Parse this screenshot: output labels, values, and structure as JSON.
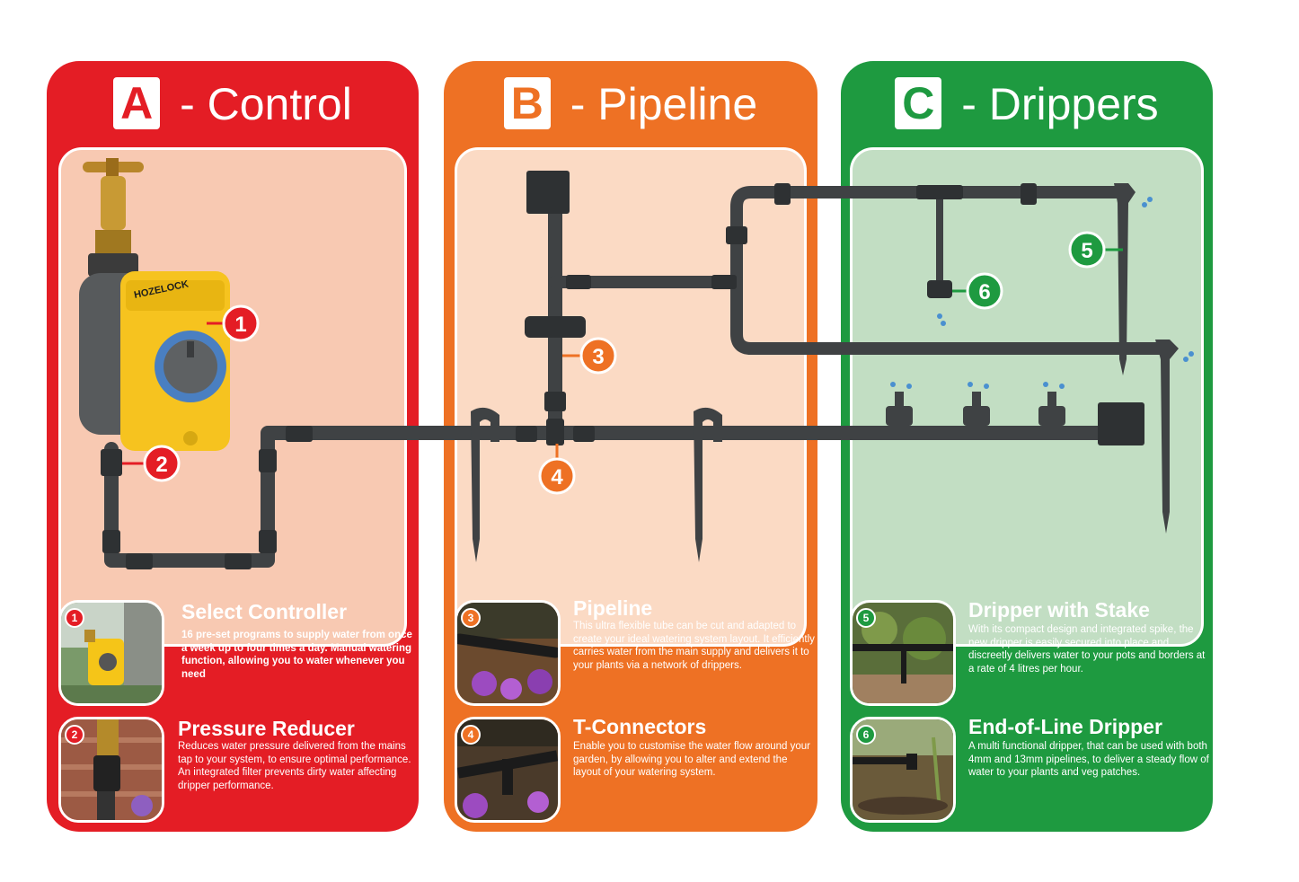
{
  "panels": {
    "a": {
      "letter": "A",
      "title": " - Control",
      "color": "#e41d25"
    },
    "b": {
      "letter": "B",
      "title": " - Pipeline",
      "color": "#ee7124"
    },
    "c": {
      "letter": "C",
      "title": " - Drippers",
      "color": "#1e9a40"
    }
  },
  "controller_brand": "HOZELOCK",
  "markers": [
    "1",
    "2",
    "3",
    "4",
    "5",
    "6"
  ],
  "items": [
    {
      "num": "1",
      "title": "Select Controller",
      "desc": "16 pre-set programs to supply water from once a week up to four times a day. Manual watering function, allowing you to water whenever you need"
    },
    {
      "num": "2",
      "title": "Pressure Reducer",
      "desc": "Reduces water pressure delivered from the mains tap to your system, to ensure optimal performance. An integrated filter prevents dirty water affecting dripper performance."
    },
    {
      "num": "3",
      "title": "Pipeline",
      "desc": "This ultra flexible tube can be cut and adapted to create your ideal watering system layout. It efficiently carries water from the main supply and delivers it to your plants via a network of drippers."
    },
    {
      "num": "4",
      "title": "T-Connectors",
      "desc": "Enable you to customise the water flow around your garden, by allowing you to alter and extend the layout of your watering system."
    },
    {
      "num": "5",
      "title": "Dripper with Stake",
      "desc": "With its compact design and integrated spike, the new dripper is easily secured into place and discreetly delivers water to your pots and borders at a rate of 4 litres per hour."
    },
    {
      "num": "6",
      "title": "End-of-Line Dripper",
      "desc": "A multi functional dripper, that can be used with both 4mm and 13mm pipelines, to deliver a steady flow of water to your plants and veg patches."
    }
  ]
}
